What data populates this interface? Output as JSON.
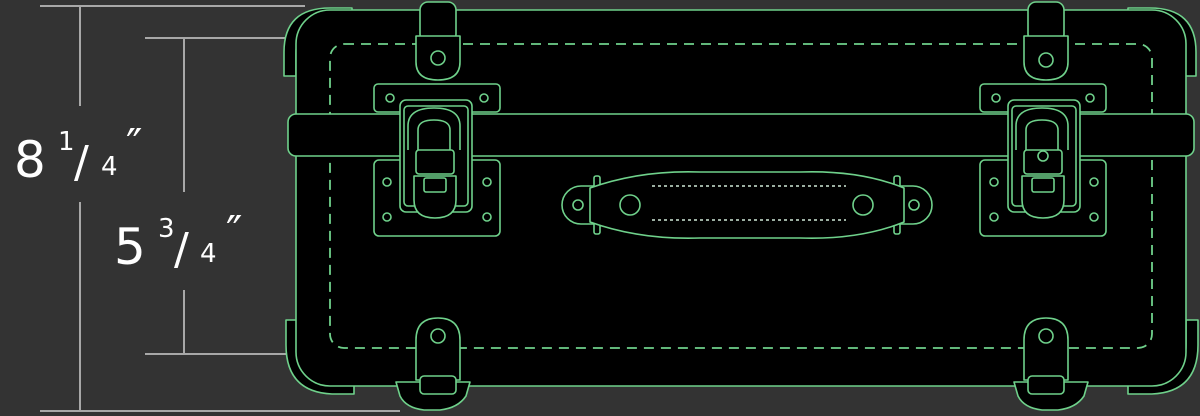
{
  "dimensions": {
    "outer_height": {
      "whole": "8",
      "numerator": "1",
      "denominator": "4",
      "unit": "″"
    },
    "inner_height": {
      "whole": "5",
      "numerator": "3",
      "denominator": "4",
      "unit": "″"
    }
  },
  "colors": {
    "background": "#333333",
    "case_outline": "#6fd18b",
    "case_fill": "#000000",
    "dimension_line": "#a8a8a8",
    "text": "#ffffff"
  },
  "diagram": {
    "subject": "flight-case-front-view",
    "inner_outline_style": "dashed"
  }
}
